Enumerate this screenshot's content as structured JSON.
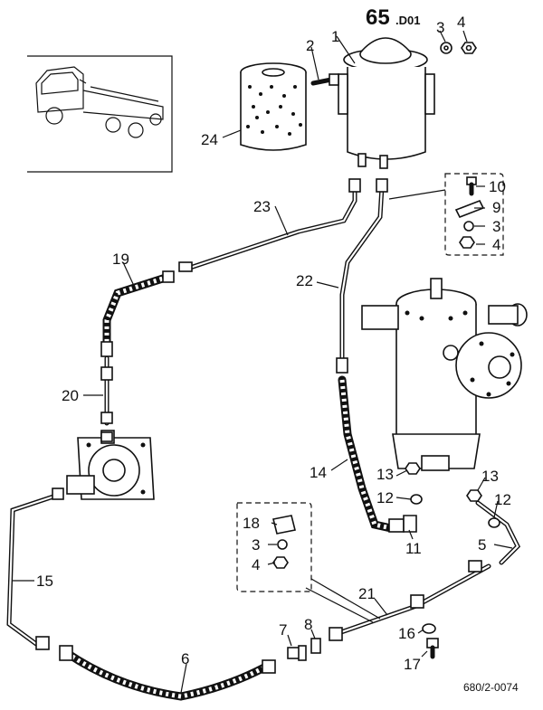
{
  "diagram": {
    "title_main": "65",
    "title_sub": ".D01",
    "reference": "680/2-0074",
    "callouts": {
      "c1": "1",
      "c2": "2",
      "c3": "3",
      "c4": "4",
      "c24": "24",
      "c23": "23",
      "c22": "22",
      "c19": "19",
      "c20": "20",
      "c10": "10",
      "c9": "9",
      "c3b": "3",
      "c4b": "4",
      "c14": "14",
      "c13": "13",
      "c12": "12",
      "c11": "11",
      "c13b": "13",
      "c12b": "12",
      "c5": "5",
      "c18": "18",
      "c3c": "3",
      "c4c": "4",
      "c21": "21",
      "c15": "15",
      "c6": "6",
      "c7": "7",
      "c8": "8",
      "c16": "16",
      "c17": "17"
    }
  }
}
